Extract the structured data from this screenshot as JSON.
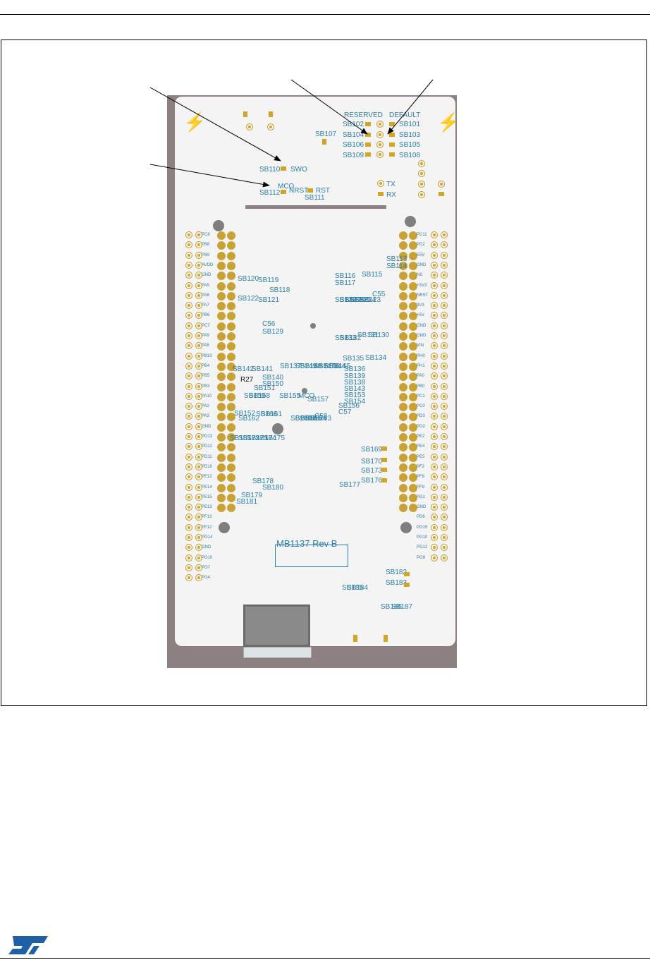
{
  "board": {
    "title": "MB1137 Rev B",
    "group_labels": {
      "reserved": "RESERVED",
      "default": "DEFAULT"
    },
    "top_labels": [
      "SB102",
      "SB104",
      "SB106",
      "SB109",
      "SB101",
      "SB103",
      "SB105",
      "SB108",
      "SB107",
      "SB110",
      "SWO",
      "MCO",
      "SB112",
      "NRST",
      "RST",
      "SB111",
      "TX",
      "RX"
    ],
    "mid_labels": [
      "SB116",
      "SB117",
      "SB115",
      "SB118",
      "SB119",
      "SB120",
      "SB121",
      "SB122",
      "C56",
      "SB129",
      "C55",
      "SB123",
      "SB124",
      "SB125",
      "SB126",
      "SB127",
      "SB128",
      "SB130",
      "SB131",
      "SB132",
      "SB133",
      "SB134",
      "SB135",
      "SB113",
      "SB114",
      "SB142",
      "SB141",
      "SB140",
      "SB150",
      "SB151",
      "SB137",
      "SB148",
      "SB149",
      "SB146",
      "SB147",
      "SB144",
      "SB145",
      "SB136",
      "SB139",
      "SB138",
      "SB143",
      "SB153",
      "SB154",
      "SB155",
      "SB157",
      "SB156",
      "C57",
      "C58",
      "MCO",
      "SB152",
      "SB158",
      "SB159",
      "SB162",
      "SB161",
      "SB166",
      "SB160",
      "SB163",
      "SB164",
      "SB165",
      "SB168",
      "SB167",
      "SB172",
      "SB171",
      "SB174",
      "SB175",
      "SB169",
      "SB170",
      "SB173",
      "SB176",
      "SB177",
      "SB178",
      "SB180",
      "SB179",
      "SB181",
      "SB182",
      "SB183",
      "SB184",
      "SB185",
      "SB186",
      "SB187",
      "R27"
    ],
    "left_header_labels": [
      "PC8",
      "PB8",
      "PB9",
      "AVDD",
      "GND",
      "PA5",
      "PA6",
      "PA7",
      "PB6",
      "PC7",
      "PA9",
      "PA8",
      "PB10",
      "PB4",
      "PB5",
      "PB3",
      "PA10",
      "PA2",
      "PA3",
      "GND",
      "PD13",
      "PD12",
      "PD11",
      "PD10",
      "PE12",
      "PE14",
      "PE15",
      "PE13",
      "PF13",
      "PF12",
      "PG14",
      "GND",
      "PG10",
      "PG7",
      "PG4"
    ],
    "right_header_labels": [
      "PC11",
      "PD2",
      "E5V",
      "GND",
      "NC",
      "+3V3",
      "NRST",
      "3V3",
      "+5V",
      "GND",
      "GND",
      "VIN",
      "PH0",
      "PH1",
      "PA0",
      "PB0",
      "PC1",
      "PC0",
      "PD3",
      "PG2",
      "PE2",
      "PE4",
      "PE5",
      "PF2",
      "PF8",
      "PF9",
      "PG1",
      "GND",
      "PD6",
      "PG15",
      "PG10",
      "PG12",
      "PG9"
    ]
  },
  "logo": {
    "text": "ST",
    "color": "#1f5fa8"
  },
  "colors": {
    "pad": "#d3a526",
    "label": "#2c7fa6",
    "pcb": "#f4f4f4",
    "frame": "#8c8080"
  }
}
